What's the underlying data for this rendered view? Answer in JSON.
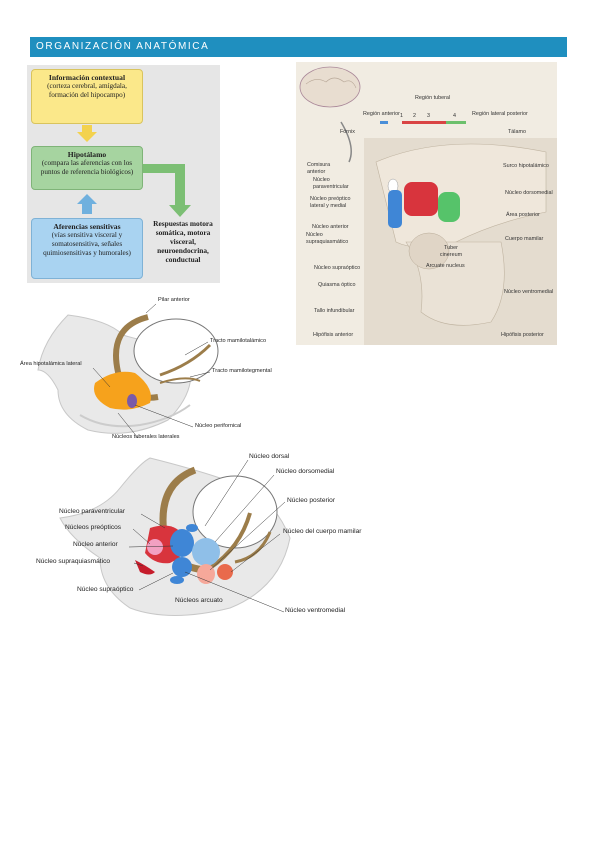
{
  "header": {
    "title": "ORGANIZACIÓN ANATÓMICA"
  },
  "flow": {
    "context_title": "Información contextual",
    "context_body": "(corteza cerebral, amígdala, formación del hipocampo)",
    "hypo_title": "Hipotálamo",
    "hypo_body": "(compara las aferencias con los puntos de referencia biológicos)",
    "aff_title": "Aferencias sensitivas",
    "aff_body": "(vías sensitiva visceral y somatosensitiva, señales quimiosensitivas y humorales)",
    "responses": "Respuestas motora somática, motora visceral, neuroendocrina, conductual"
  },
  "sagittal": {
    "region_anterior": "Región anterior",
    "region_tuberal": "Región tuberal",
    "region_posterior": "Región lateral posterior",
    "nums": [
      "1",
      "2",
      "3",
      "4"
    ],
    "left_labels": [
      "Fórnix",
      "Comisura anterior",
      "Núcleo paraventricular",
      "Núcleo preóptico lateral y medial",
      "Núcleo anterior",
      "Núcleo supraquiasmático",
      "Núcleo supraóptico",
      "Quiasma óptico",
      "Tallo infundibular",
      "Hipófisis anterior"
    ],
    "right_labels": [
      "Tálamo",
      "Surco hipotalámico",
      "Núcleo dorsomedial",
      "Área posterior",
      "Cuerpo mamilar",
      "Núcleo ventromedial",
      "Hipófisis posterior"
    ],
    "inner_labels": [
      "Tuber cinereum",
      "Arcuate nucleus"
    ]
  },
  "lateral": {
    "labels": [
      "Pilar anterior",
      "Tracto mamilotalámico",
      "Tracto mamilotegmental",
      "Área hipotalámica lateral",
      "Núcleo perifornical",
      "Núcleos tuberales laterales"
    ]
  },
  "medial": {
    "labels": [
      "Núcleo dorsal",
      "Núcleo dorsomedial",
      "Núcleo posterior",
      "Núcleo del cuerpo mamilar",
      "Núcleo paraventricular",
      "Núcleos preópticos",
      "Núcleo anterior",
      "Núcleo supraquiasmático",
      "Núcleo supraóptico",
      "Núcleos arcuato",
      "Núcleo ventromedial"
    ]
  },
  "colors": {
    "header": "#1f8fbf",
    "yellow": "#fbe88a",
    "green": "#a6d4a0",
    "blue": "#a9d3f1",
    "orange": "#f6a21c",
    "tract": "#9c7d4a"
  }
}
